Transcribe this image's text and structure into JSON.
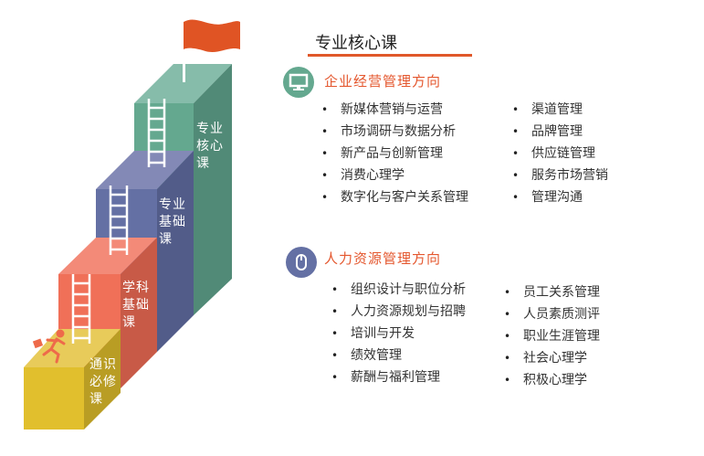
{
  "stairs": [
    {
      "label_lines": [
        "通识",
        "必修",
        "课"
      ],
      "color": "#e1bf2d"
    },
    {
      "label_lines": [
        "学科",
        "基础",
        "课"
      ],
      "color": "#f07058"
    },
    {
      "label_lines": [
        "专业",
        "基础",
        "课"
      ],
      "color": "#6470a4"
    },
    {
      "label_lines": [
        "专业",
        "核心",
        "课"
      ],
      "color": "#64a88f"
    }
  ],
  "title": "专业核心课",
  "accent": "#e0582a",
  "sections": [
    {
      "icon": "monitor-icon",
      "heading": "企业经营管理方向",
      "col1": [
        "新媒体营销与运营",
        "市场调研与数据分析",
        "新产品与创新管理",
        "消费心理学",
        "数字化与客户关系管理"
      ],
      "col2": [
        "渠道管理",
        "品牌管理",
        "供应链管理",
        "服务市场营销",
        "管理沟通"
      ]
    },
    {
      "icon": "mouse-icon",
      "heading": "人力资源管理方向",
      "col1": [
        "组织设计与职位分析",
        "人力资源规划与招聘",
        "培训与开发",
        "绩效管理",
        "薪酬与福利管理"
      ],
      "col2": [
        "员工关系管理",
        "人员素质测评",
        "职业生涯管理",
        "社会心理学",
        "积极心理学"
      ]
    }
  ]
}
